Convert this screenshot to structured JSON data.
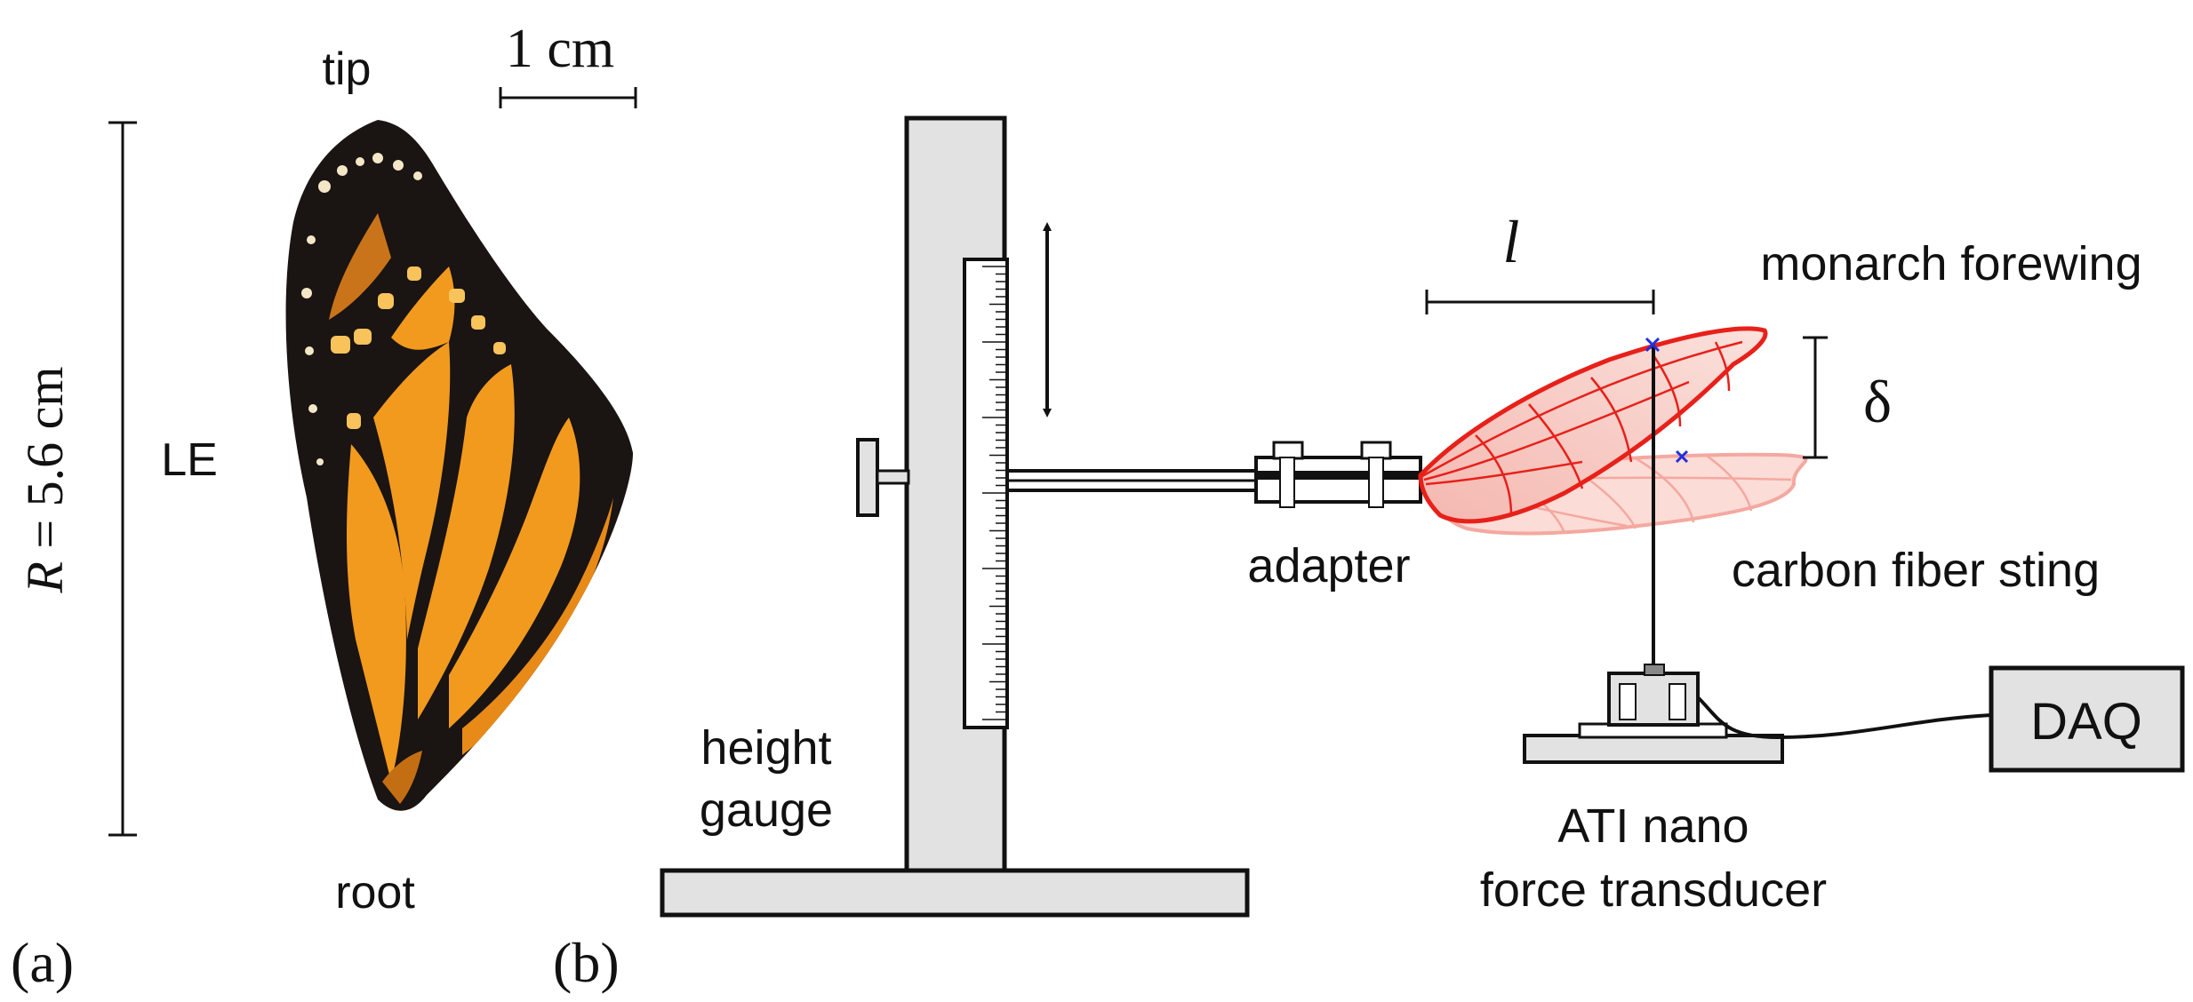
{
  "panel_a": {
    "label": "(a)",
    "tip": "tip",
    "root": "root",
    "le": "LE",
    "span_label": "R = 5.6 cm",
    "span_symbol": "R",
    "span_value": " = 5.6 cm",
    "scale_bar": "1 cm",
    "wing_colors": {
      "orange": "#f29a1e",
      "black": "#1a1412",
      "spot": "#f3e7c8"
    }
  },
  "panel_b": {
    "label": "(b)",
    "height_gauge_line1": "height",
    "height_gauge_line2": "gauge",
    "adapter": "adapter",
    "monarch_forewing": "monarch forewing",
    "length_symbol": "l",
    "deflection_symbol": "δ",
    "sting": "carbon fiber sting",
    "transducer_line1": "ATI nano",
    "transducer_line2": "force transducer",
    "daq": "DAQ",
    "colors": {
      "wing_deflected": "#e8201a",
      "wing_rest": "#f4a8a0",
      "marker": "#2030e0",
      "fill_gray": "#e2e2e2"
    }
  }
}
